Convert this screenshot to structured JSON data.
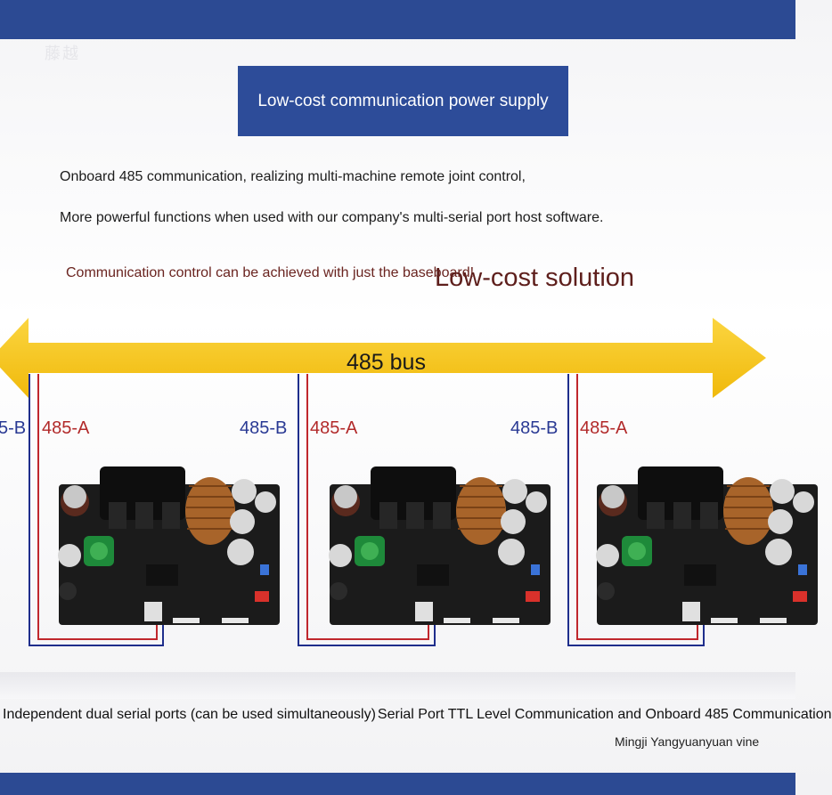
{
  "brand": "藤越",
  "title": "Low-cost communication power supply",
  "description": [
    "Onboard 485 communication, realizing multi-machine remote joint control,",
    "More powerful functions when used with our company's multi-serial port host software."
  ],
  "note": "Communication control can be achieved with just the baseboard!",
  "solution": "Low-cost solution",
  "bus_label": "485 bus",
  "wire_labels": [
    {
      "b": "5-B",
      "a": "485-A"
    },
    {
      "b": "485-B",
      "a": "485-A"
    },
    {
      "b": "485-B",
      "a": "485-A"
    }
  ],
  "footer": {
    "part1": "Independent dual serial ports (can be used simultaneously)",
    "part2": "Serial Port TTL Level Communication and Onboard 485 Communication"
  },
  "credit": "Mingji Yangyuanyuan vine",
  "colors": {
    "header_blue": "#2c4a93",
    "arrow_yellow": "#f7c51a",
    "wire_a_red": "#c0272d",
    "wire_b_blue": "#1f2e8c",
    "pcb_dark": "#1b1b1b"
  }
}
